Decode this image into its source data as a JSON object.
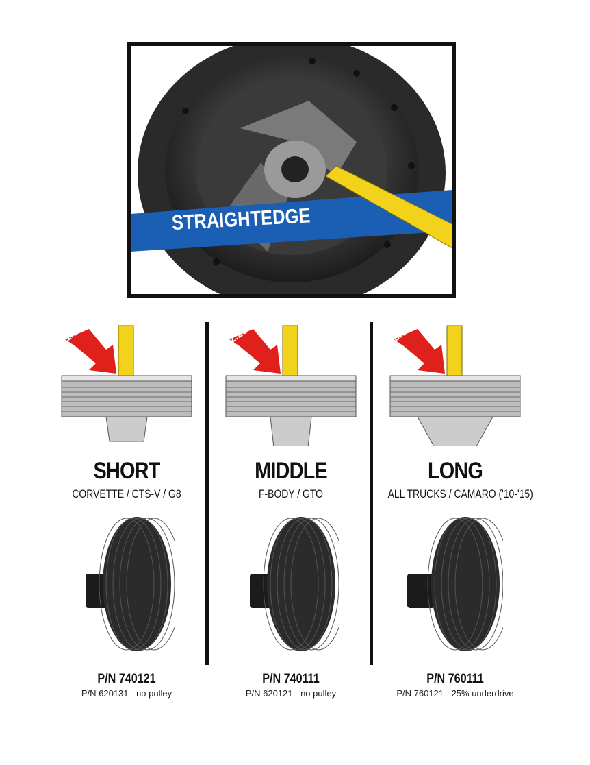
{
  "hero": {
    "label": "STRAIGHTEDGE",
    "colors": {
      "straightedge": "#1a5fb4",
      "tape": "#f2d21b",
      "arrow": "#e0201b"
    }
  },
  "columns": [
    {
      "measure": "1.5\"",
      "title": "SHORT",
      "subtitle": "CORVETTE / CTS-V / G8",
      "part": "P/N 740121",
      "alt_part": "P/N 620131 - no pulley",
      "hub_depth": 1.5
    },
    {
      "measure": "2.25\"",
      "title": "MIDDLE",
      "subtitle": "F-BODY / GTO",
      "part": "P/N 740111",
      "alt_part": "P/N 620121 - no pulley",
      "hub_depth": 2.25
    },
    {
      "measure": "3.0\"",
      "title": "LONG",
      "subtitle": "ALL TRUCKS / CAMARO ('10-'15)",
      "part": "P/N 760111",
      "alt_part": "P/N 760121 - 25% underdrive",
      "hub_depth": 3.0
    }
  ]
}
